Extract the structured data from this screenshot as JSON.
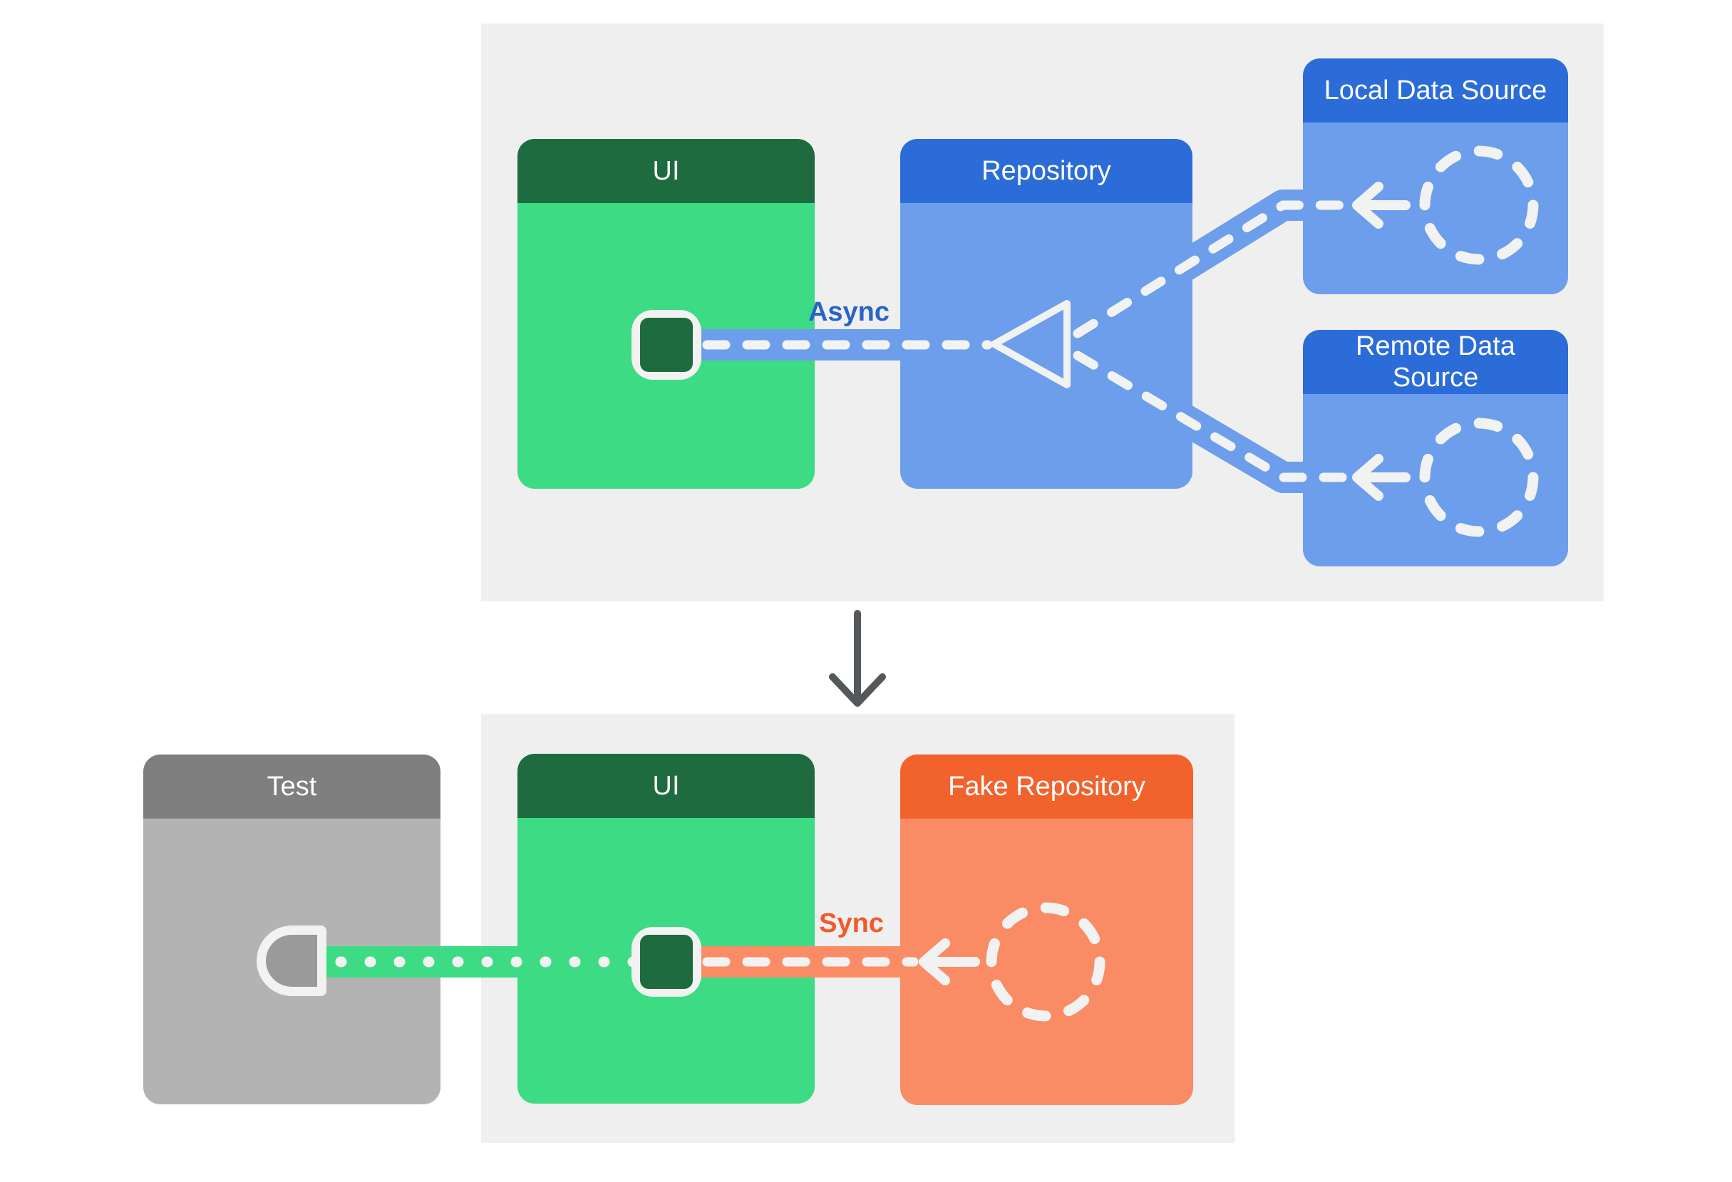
{
  "production": {
    "ui_label": "UI",
    "repository_label": "Repository",
    "local_label": "Local Data Source",
    "remote_label": "Remote Data Source",
    "connector_label": "Async"
  },
  "test": {
    "test_label": "Test",
    "ui_label": "UI",
    "fake_repository_label": "Fake Repository",
    "connector_label": "Sync"
  },
  "icons": {
    "phone_app": "phone-app-icon",
    "socket": "test-socket-icon",
    "dashed_circle": "dashed-circle-icon",
    "arrow_left": "arrow-left-icon",
    "triangle": "merge-triangle-icon",
    "down_arrow": "down-arrow-icon"
  },
  "colors": {
    "panel_bg": "#EFEFEF",
    "green_header": "#1E6B40",
    "green_body": "#3DDC84",
    "blue_header": "#2B6CD9",
    "blue_body": "#6D9EEB",
    "orange_header": "#F2622D",
    "orange_body": "#F98C64",
    "gray_header": "#7F7F7F",
    "gray_body": "#B3B3B3",
    "socket_inner": "#9A9A9A",
    "shape_white": "#F2F2F2",
    "async_text": "#2A63C8",
    "sync_text": "#F05A28",
    "down_arrow": "#55585A"
  }
}
